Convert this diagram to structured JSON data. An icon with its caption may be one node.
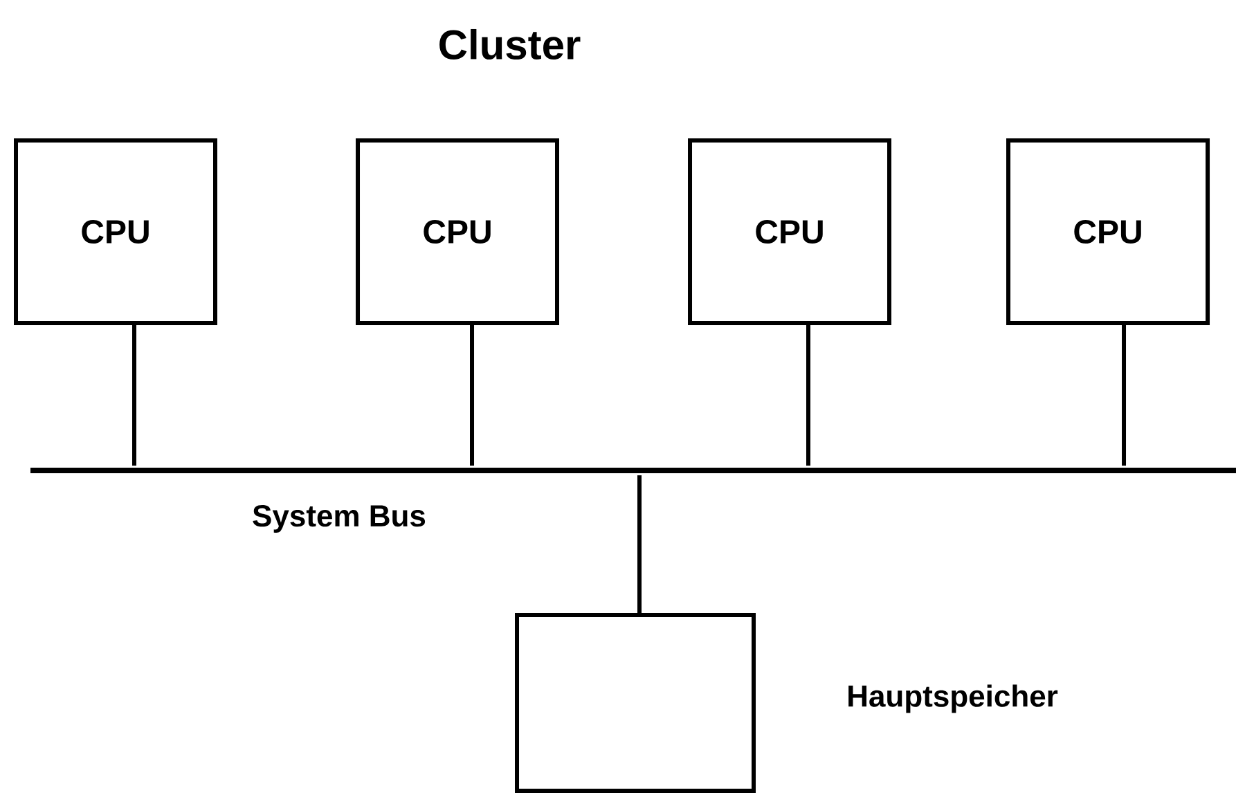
{
  "diagram": {
    "title": "Cluster",
    "nodes": [
      {
        "text": [
          "CPU"
        ]
      },
      {
        "text": [
          "CPU"
        ]
      },
      {
        "text": [
          "CPU"
        ]
      },
      {
        "text": [
          "CPU"
        ]
      },
      {
        "text": [],
        "shape": "bar",
        "beside": [
          "System Bus"
        ]
      },
      {
        "text": [],
        "shape": "box",
        "beside": [
          "Hauptspeicher"
        ]
      }
    ],
    "edges": [
      {
        "from": 0,
        "to": 4,
        "arrow": "none"
      },
      {
        "from": 1,
        "to": 4,
        "arrow": "none"
      },
      {
        "from": 2,
        "to": 4,
        "arrow": "none"
      },
      {
        "from": 3,
        "to": 4,
        "arrow": "none"
      },
      {
        "from": 4,
        "to": 5,
        "arrow": "none"
      }
    ]
  }
}
